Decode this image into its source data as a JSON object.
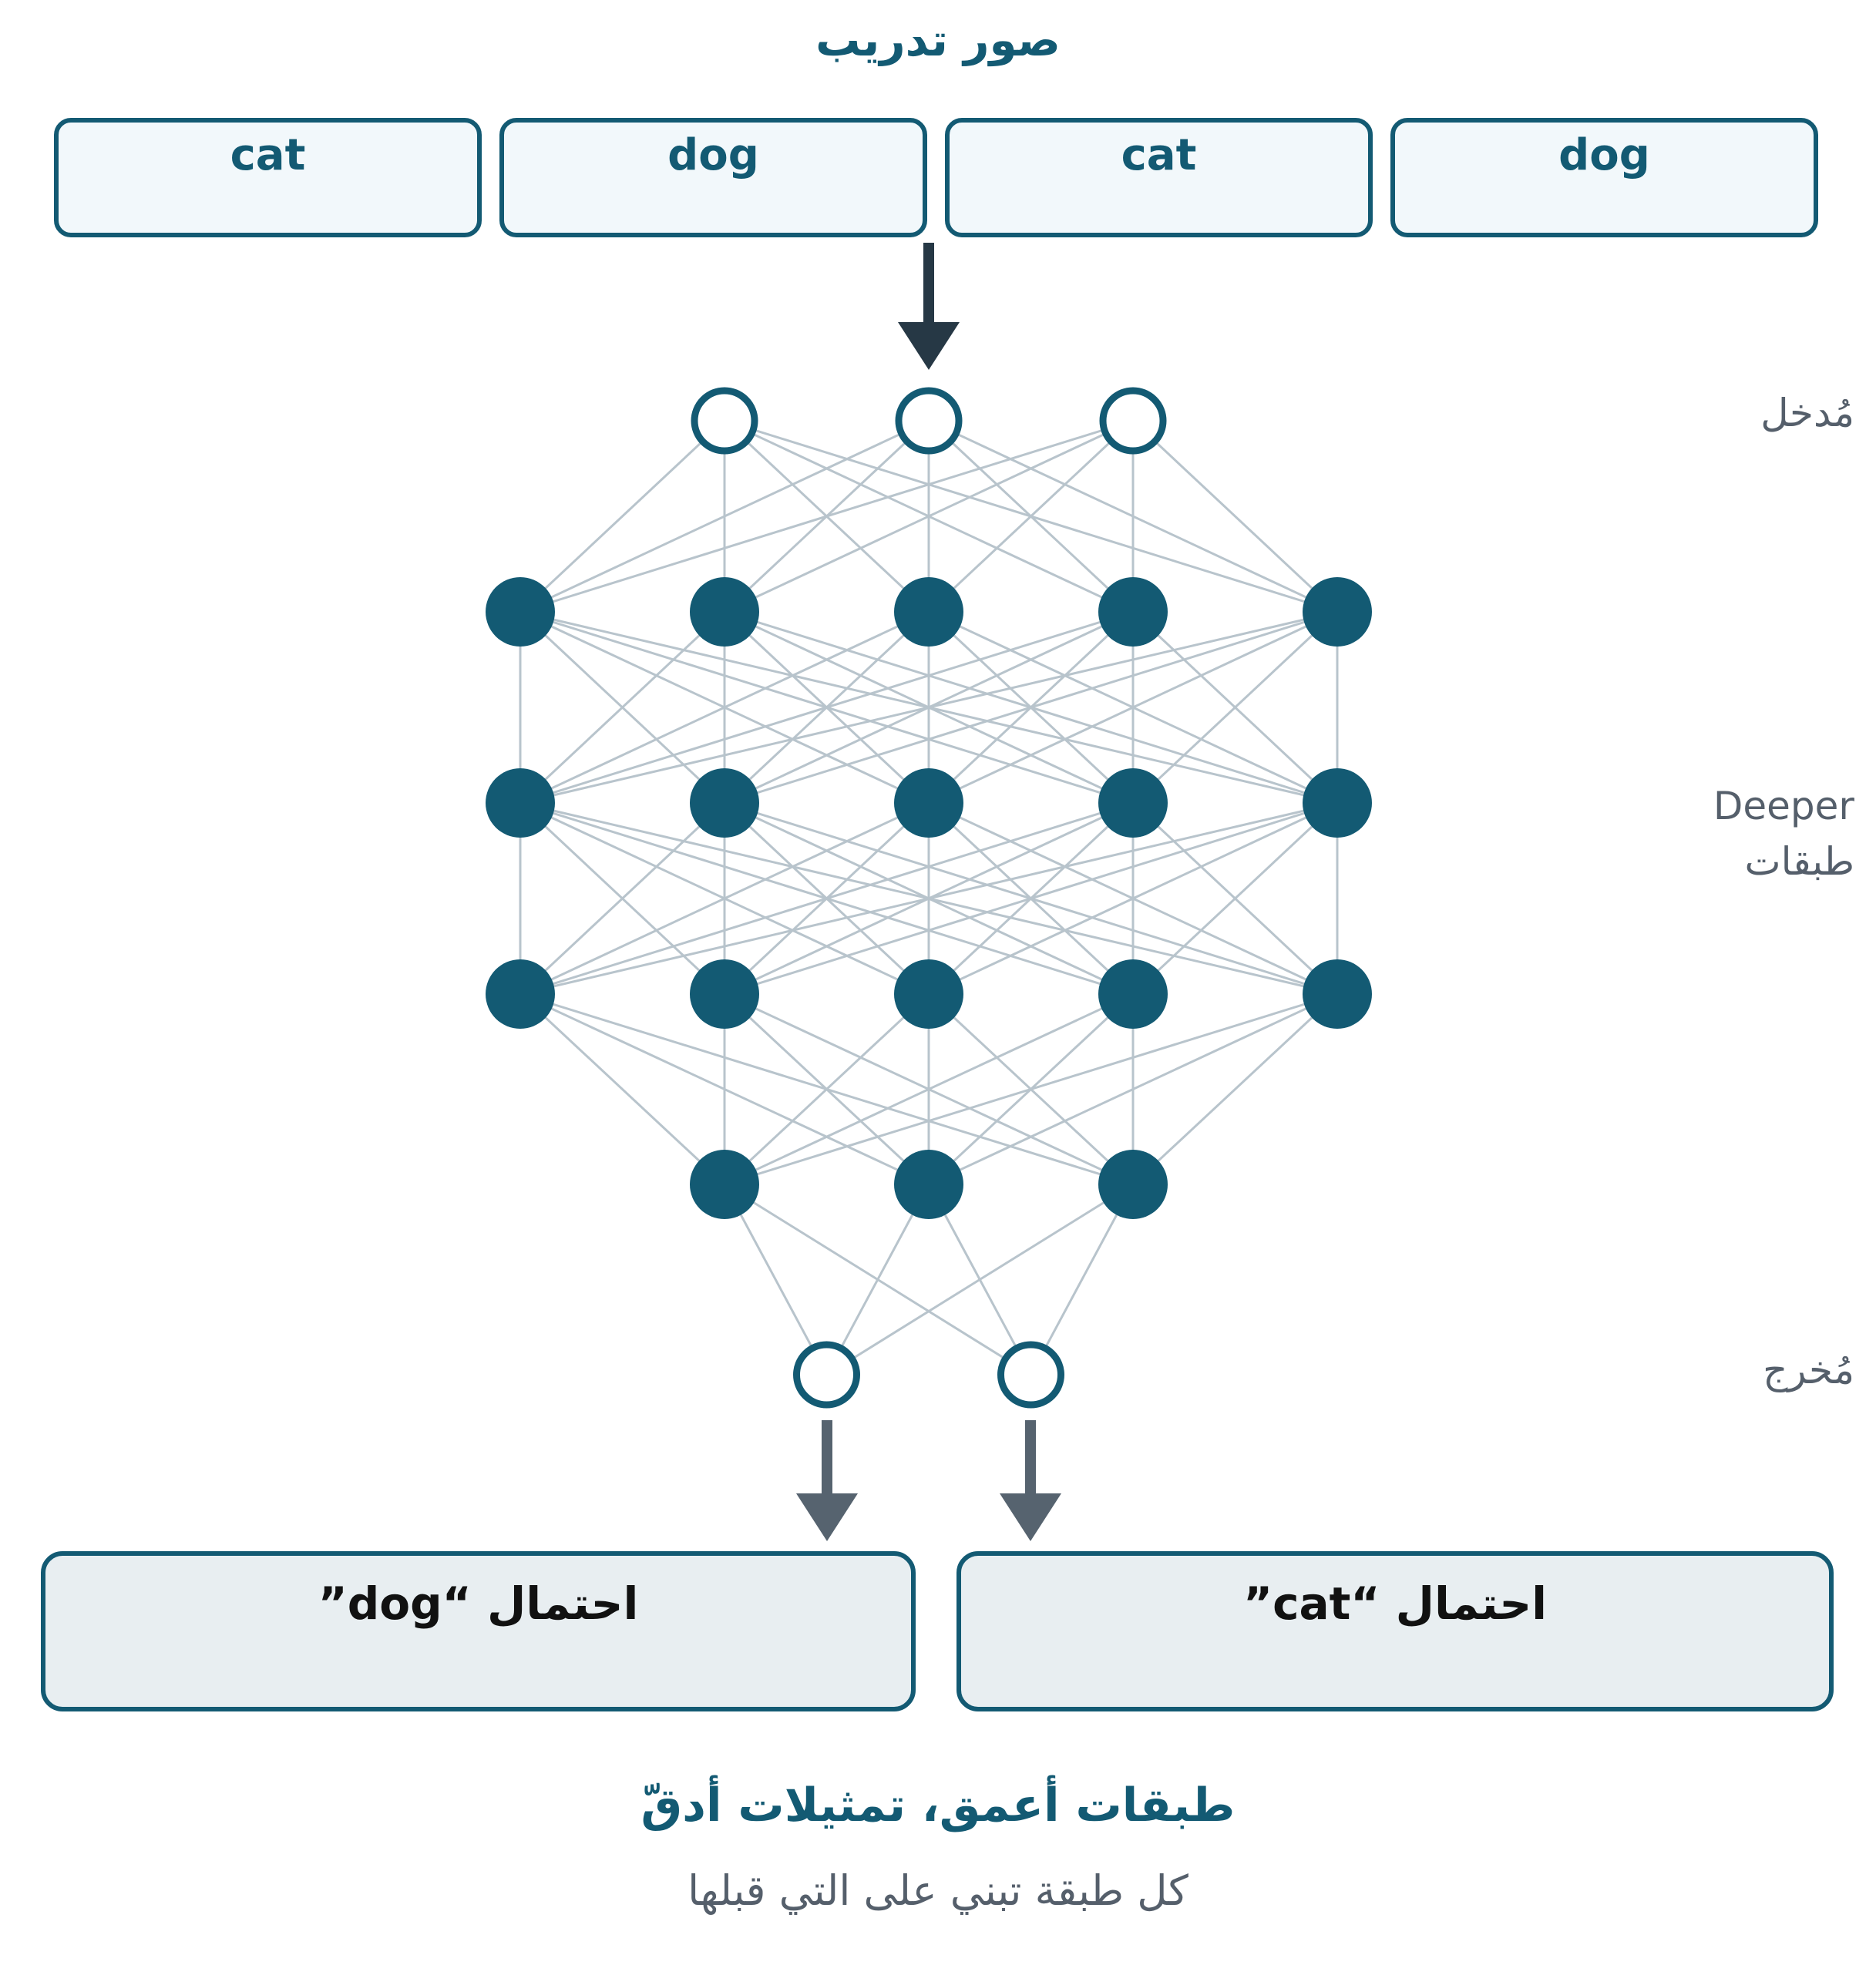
{
  "header": {
    "title": "صور تدريب"
  },
  "training_images": [
    "cat",
    "dog",
    "cat",
    "dog"
  ],
  "layer_labels": {
    "input": "مُدخل",
    "hidden_line1": "Deeper",
    "hidden_line2": "طبقات",
    "output": "مُخرج"
  },
  "outputs": {
    "dog": "احتمال “dog”",
    "cat": "احتمال “cat”"
  },
  "footer": {
    "title": "طبقات أعمق، تمثيلات أدقّ",
    "caption": "كل طبقة تبني على التي قبلها"
  },
  "network": {
    "layer_sizes": [
      3,
      5,
      5,
      5,
      3,
      2
    ]
  },
  "colors": {
    "primary": "#135a73",
    "edge": "#b8c4cc",
    "arrow_dark": "#263845",
    "arrow_gray": "#56636f",
    "label_gray": "#555f6b"
  }
}
